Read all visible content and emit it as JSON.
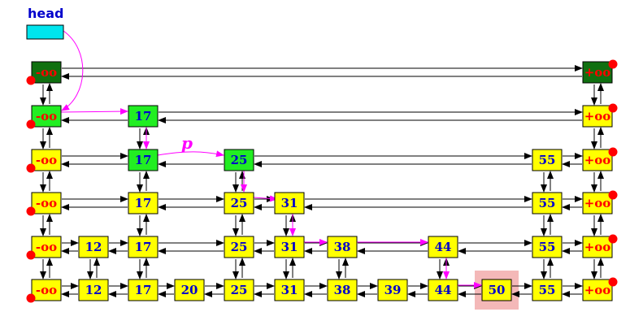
{
  "head_label": "head",
  "p_label": "p",
  "neg_inf": "-oo",
  "pos_inf": "+oo",
  "colors": {
    "head_box": "#00e5ee",
    "top_level_node": "#107010",
    "search_path_node": "#22ee22",
    "plain_node": "#ffff00",
    "highlight_bg": "#f4b8b8",
    "search_arrow": "#ff00ff",
    "link_arrow": "#000000",
    "inf_text": "#ff0000",
    "key_text": "#0000cc",
    "dot": "#ff0000"
  },
  "levels": [
    {
      "keys": []
    },
    {
      "keys": [
        17
      ]
    },
    {
      "keys": [
        17,
        25,
        55
      ]
    },
    {
      "keys": [
        17,
        25,
        31,
        55
      ]
    },
    {
      "keys": [
        12,
        17,
        25,
        31,
        38,
        44,
        55
      ]
    },
    {
      "keys": [
        12,
        17,
        20,
        25,
        31,
        38,
        39,
        44,
        50,
        55
      ]
    }
  ],
  "highlighted_key": 50,
  "search_path_nodes": [
    {
      "level": 0,
      "key": "-inf"
    },
    {
      "level": 1,
      "key": "-inf"
    },
    {
      "level": 1,
      "key": 17
    },
    {
      "level": 2,
      "key": 17
    },
    {
      "level": 2,
      "key": 25
    }
  ]
}
